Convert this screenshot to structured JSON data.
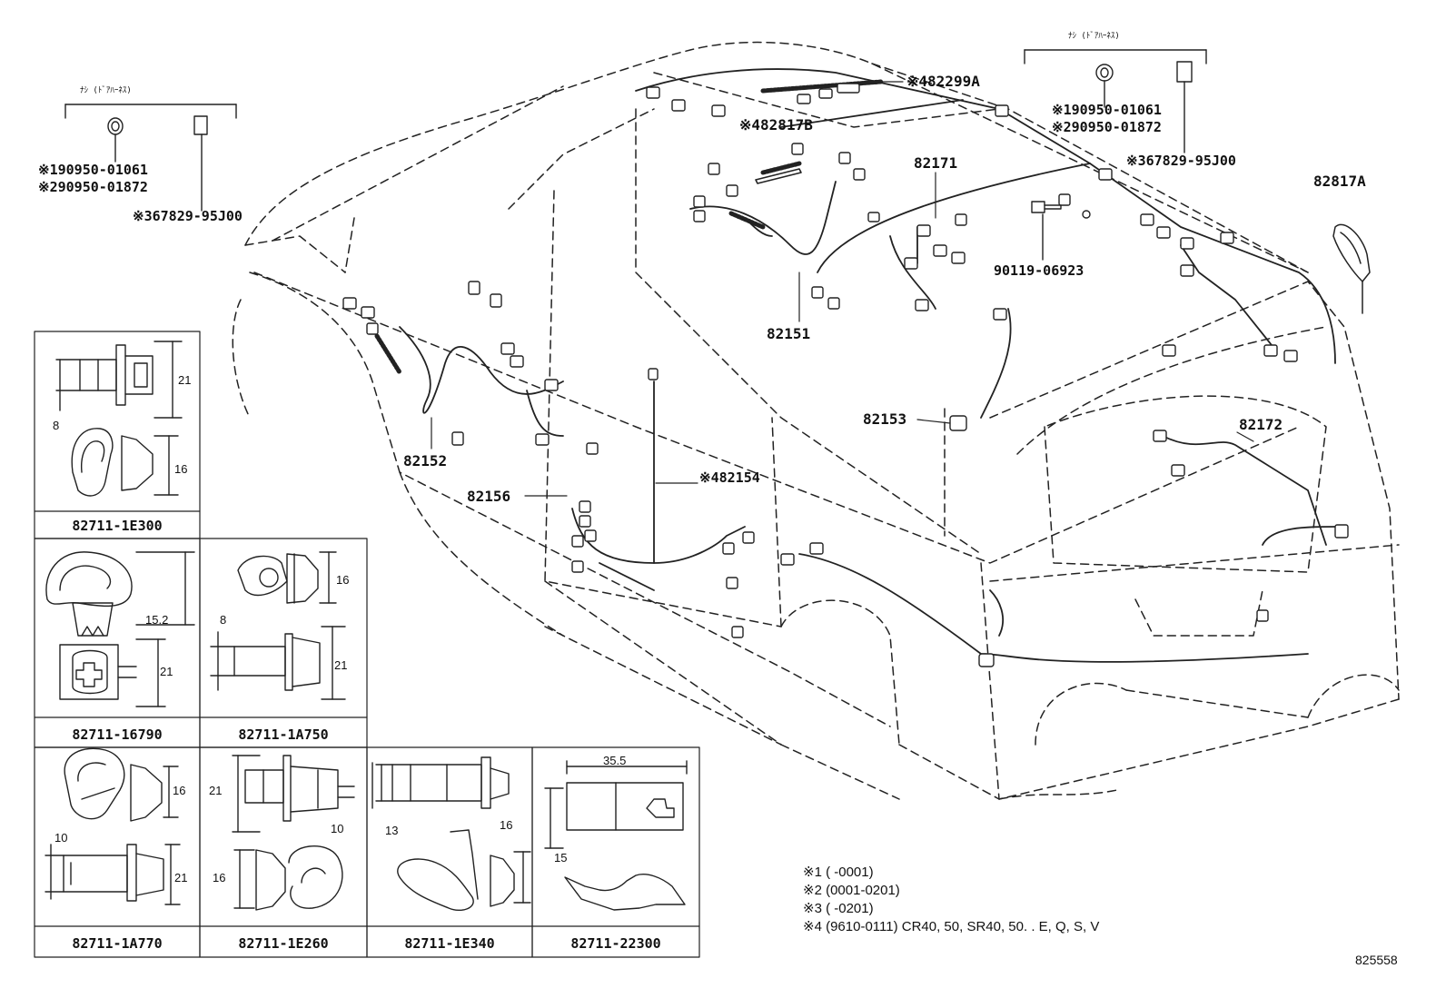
{
  "callouts": {
    "left_group_header": "ﾅｼ (ﾄﾞｱﾊｰﾈｽ)",
    "right_group_header": "ﾅｼ (ﾄﾞｱﾊｰﾈｽ)",
    "left_grommet_1": "※190950-01061",
    "left_grommet_2": "※290950-01872",
    "left_cover": "※367829-95J00",
    "right_grommet_1": "※190950-01061",
    "right_grommet_2": "※290950-01872",
    "right_cover": "※367829-95J00",
    "p82299A": "※482299A",
    "p82817B": "※482817B",
    "p82171": "82171",
    "p82817A": "82817A",
    "p90119": "90119-06923",
    "p82151": "82151",
    "p82153": "82153",
    "p82172": "82172",
    "p82152": "82152",
    "p82156": "82156",
    "p82154": "※482154"
  },
  "clip_panels": [
    {
      "part": "82711-1E300",
      "dims": [
        "21",
        "8",
        "16"
      ]
    },
    {
      "part": "82711-16790",
      "dims": [
        "15.2",
        "21"
      ]
    },
    {
      "part": "82711-1A750",
      "dims": [
        "16",
        "8",
        "21"
      ]
    },
    {
      "part": "82711-1A770",
      "dims": [
        "16",
        "10",
        "21"
      ]
    },
    {
      "part": "82711-1E260",
      "dims": [
        "21",
        "10",
        "16"
      ]
    },
    {
      "part": "82711-1E340",
      "dims": [
        "13",
        "16"
      ]
    },
    {
      "part": "82711-22300",
      "dims": [
        "35.5",
        "15"
      ]
    }
  ],
  "notes": [
    "※1 (        -0001)",
    "※2 (0001-0201)",
    "※3 (        -0201)",
    "※4 (9610-0111) CR40, 50, SR40, 50. . E, Q, S, V"
  ],
  "diagram_id": "825558"
}
